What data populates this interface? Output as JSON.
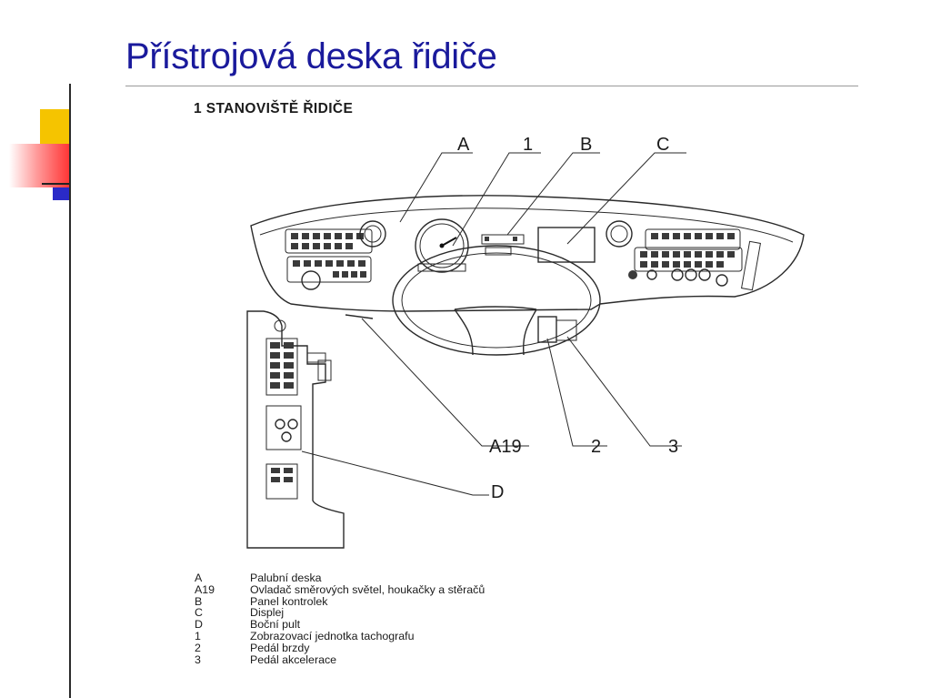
{
  "slide": {
    "title": "Přístrojová deska řidiče"
  },
  "figure": {
    "heading": "1   STANOVIŠTĚ ŘIDIČE",
    "callouts": {
      "A": "A",
      "one": "1",
      "B": "B",
      "C": "C",
      "A19": "A19",
      "two": "2",
      "three": "3",
      "D": "D"
    }
  },
  "legend": [
    {
      "code": "A",
      "text": "Palubní deska"
    },
    {
      "code": "A19",
      "text": "Ovladač směrových světel, houkačky a stěračů"
    },
    {
      "code": "B",
      "text": "Panel kontrolek"
    },
    {
      "code": "C",
      "text": "Displej"
    },
    {
      "code": "D",
      "text": "Boční pult"
    },
    {
      "code": "1",
      "text": "Zobrazovací jednotka tachografu"
    },
    {
      "code": "2",
      "text": "Pedál brzdy"
    },
    {
      "code": "3",
      "text": "Pedál akcelerace"
    }
  ],
  "colors": {
    "title": "#1a1a9c",
    "accent_yellow": "#f5c400",
    "accent_red": "#ff3030",
    "accent_blue": "#2a2ac8"
  }
}
